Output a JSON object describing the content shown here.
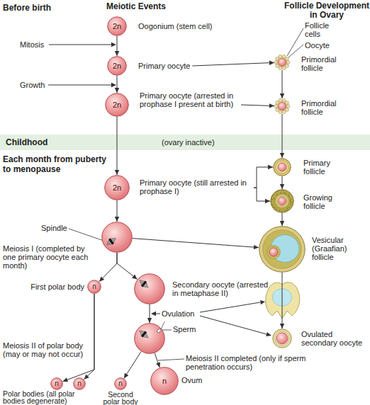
{
  "diagram": {
    "nodes": [
      {
        "text": [
          "2n",
          "Oogonium (stem cell)"
        ]
      },
      {
        "text": [
          "2n",
          "Primary oocyte"
        ]
      },
      {
        "text": [
          "2n",
          "Primary oocyte (arrested in prophase I present at birth)"
        ]
      },
      {
        "text": [
          "Childhood",
          "(ovary inactive)"
        ]
      },
      {
        "text": [
          "2n",
          "Primary oocyte (still arrested in prophase I)"
        ]
      },
      {
        "text": [
          "Spindle"
        ]
      },
      {
        "text": [
          "n",
          "First polar body"
        ]
      },
      {
        "text": [
          "Secondary oocyte (arrested in metaphase II)"
        ]
      },
      {
        "text": [
          "Sperm"
        ]
      },
      {
        "text": [
          "n"
        ]
      },
      {
        "text": [
          "n"
        ]
      },
      {
        "text": [
          "n",
          "Second polar body"
        ]
      },
      {
        "text": [
          "n",
          "Ovum"
        ]
      },
      {
        "text": [
          "Primordial follicle"
        ]
      },
      {
        "text": [
          "Primordial follicle"
        ]
      },
      {
        "text": [
          "Primary follicle"
        ]
      },
      {
        "text": [
          "Growing follicle"
        ]
      },
      {
        "text": [
          "Vesicular (Graafian) follicle"
        ]
      },
      {
        "text": [
          "Ovulated secondary oocyte"
        ]
      }
    ],
    "edges": [
      {
        "from": 0,
        "to": 1,
        "arrow": "to",
        "label": "Mitosis"
      },
      {
        "from": 1,
        "to": 2,
        "arrow": "to",
        "label": "Growth"
      },
      {
        "from": 2,
        "to": 4,
        "arrow": "to"
      },
      {
        "from": 4,
        "to": 5,
        "arrow": "to"
      },
      {
        "from": 5,
        "to": 6,
        "arrow": "to"
      },
      {
        "from": 5,
        "to": 7,
        "arrow": "to"
      },
      {
        "from": 7,
        "to": 8,
        "arrow": "to",
        "label": "Ovulation"
      },
      {
        "from": 6,
        "to": 9,
        "arrow": "to"
      },
      {
        "from": 6,
        "to": 10,
        "arrow": "to"
      },
      {
        "from": 8,
        "to": 11,
        "arrow": "to"
      },
      {
        "from": 8,
        "to": 12,
        "arrow": "to"
      },
      {
        "from": 1,
        "to": 13,
        "arrow": "to"
      },
      {
        "from": 2,
        "to": 14,
        "arrow": "to"
      },
      {
        "from": 13,
        "to": 14,
        "arrow": "to"
      },
      {
        "from": 14,
        "to": 15,
        "arrow": "to"
      },
      {
        "from": 4,
        "to": 15,
        "arrow": "to"
      },
      {
        "from": 4,
        "to": 16,
        "arrow": "to"
      },
      {
        "from": 15,
        "to": 16,
        "arrow": "to"
      },
      {
        "from": 16,
        "to": 17,
        "arrow": "to"
      },
      {
        "from": 5,
        "to": 17,
        "arrow": "to"
      },
      {
        "from": 17,
        "to": 18,
        "arrow": "to"
      }
    ],
    "labels": [
      "Meiotic Events",
      "Follicle Development in Ovary",
      "Before birth",
      "Follicle cells",
      "Oocyte",
      "Each month from puberty to menopause",
      "Meiosis I (completed by one primary oocyte each month)",
      "Meiosis II of polar body (may or may not occur)",
      "Meiosis II completed (only if sperm penetration occurs)",
      "Polar bodies (all polar bodies degenerate)"
    ]
  }
}
